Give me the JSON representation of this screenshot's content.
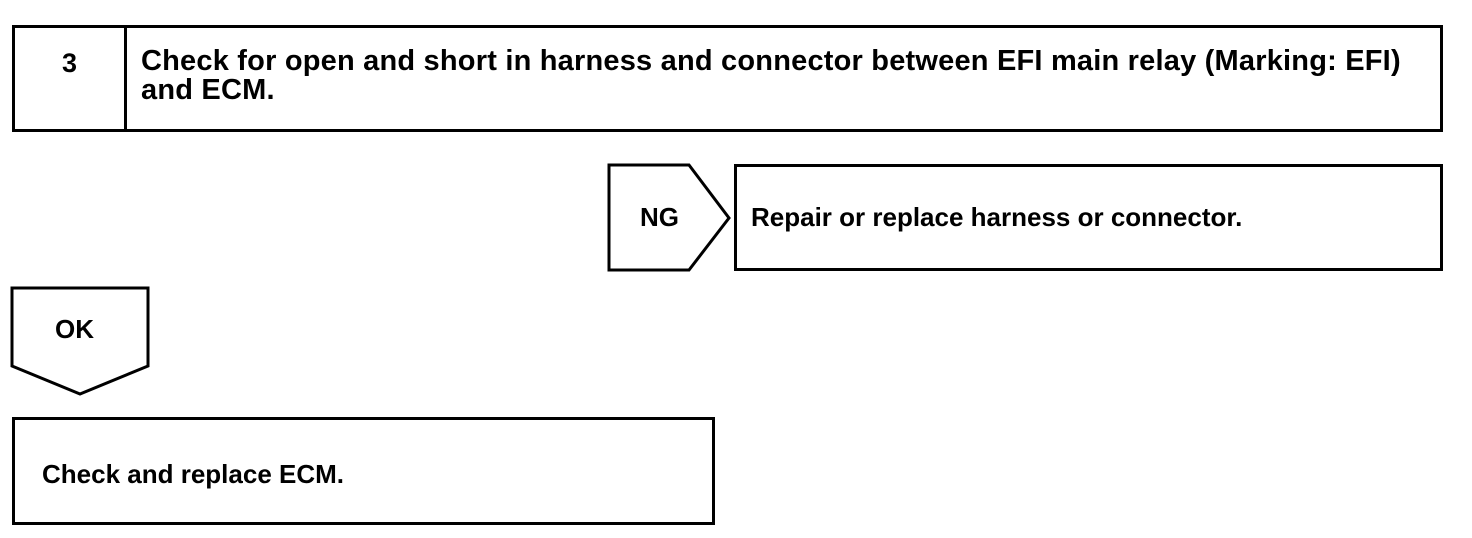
{
  "step": {
    "number": "3",
    "text": "Check for open and short in harness and connector between EFI main relay (Marking: EFI) and ECM."
  },
  "ng_branch": {
    "label": "NG",
    "action": "Repair or replace harness or connector."
  },
  "ok_branch": {
    "label": "OK",
    "action": "Check and replace ECM."
  }
}
